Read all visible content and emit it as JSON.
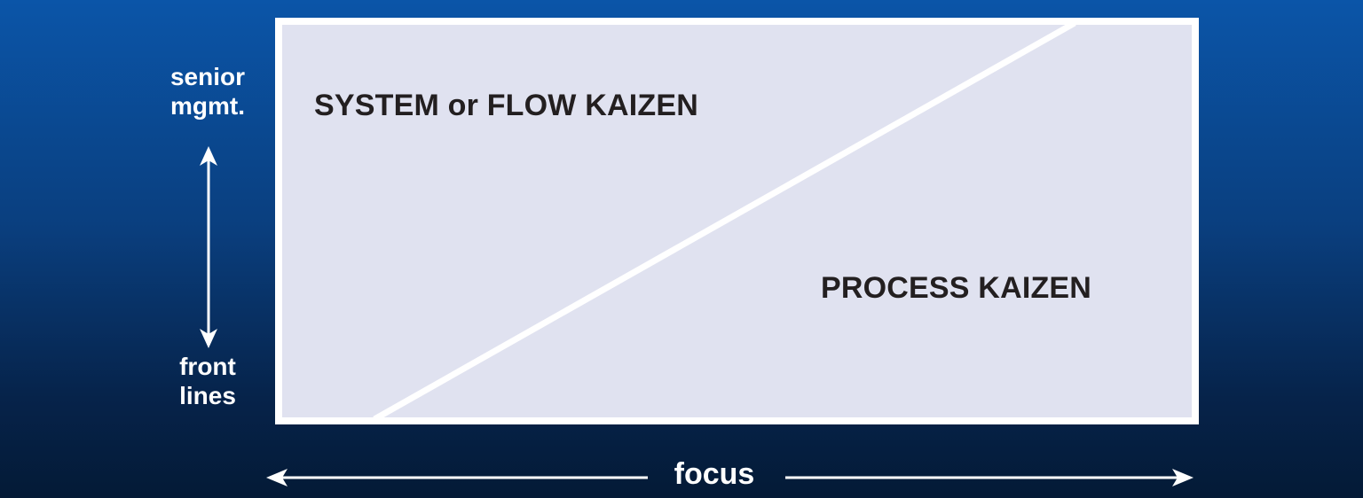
{
  "diagram": {
    "regions": {
      "upper_left": "SYSTEM or FLOW KAIZEN",
      "lower_right": "PROCESS KAIZEN"
    },
    "vertical_axis": {
      "top_line1": "senior",
      "top_line2": "mgmt.",
      "bottom_line1": "front",
      "bottom_line2": "lines"
    },
    "horizontal_axis": {
      "label": "focus"
    }
  },
  "colors": {
    "background_top": "#0b55a8",
    "background_bottom": "#041a36",
    "panel_fill": "#e0e2f0",
    "panel_border": "#ffffff",
    "label_text": "#231f20",
    "axis_text": "#ffffff"
  }
}
